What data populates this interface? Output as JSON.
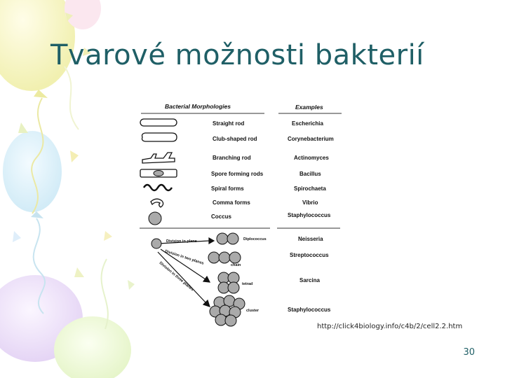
{
  "slide": {
    "title": "Tvarové možnosti bakterií",
    "source_url": "http://click4biology.info/c4b/2/cell2.2.htm",
    "page_number": "30"
  },
  "diagram": {
    "header_left": "Bacterial Morphologies",
    "header_right": "Examples",
    "morphologies": [
      {
        "label": "Straight rod",
        "example": "Escherichia",
        "icon": "straight-rod-icon"
      },
      {
        "label": "Club-shaped rod",
        "example": "Corynebacterium",
        "icon": "club-rod-icon"
      },
      {
        "label": "Branching rod",
        "example": "Actinomyces",
        "icon": "branching-rod-icon"
      },
      {
        "label": "Spore forming rods",
        "example": "Bacillus",
        "icon": "spore-rod-icon"
      },
      {
        "label": "Spiral forms",
        "example": "Spirochaeta",
        "icon": "spiral-icon"
      },
      {
        "label": "Comma forms",
        "example": "Vibrio",
        "icon": "comma-icon"
      },
      {
        "label": "Coccus",
        "example": "Staphylococcus",
        "icon": "coccus-icon"
      }
    ],
    "division": {
      "label_one_plane": "Division in plane",
      "label_two_planes": "Division in two planes",
      "label_three_planes": "Division in three planes",
      "arrangements": [
        {
          "label": "Diplococcus",
          "example": "Neisseria"
        },
        {
          "label": "chain",
          "example": "Streptococcus"
        },
        {
          "label": "tetrad",
          "example": "Sarcina"
        },
        {
          "label": "cluster",
          "example": "Staphylococcus"
        }
      ]
    }
  }
}
